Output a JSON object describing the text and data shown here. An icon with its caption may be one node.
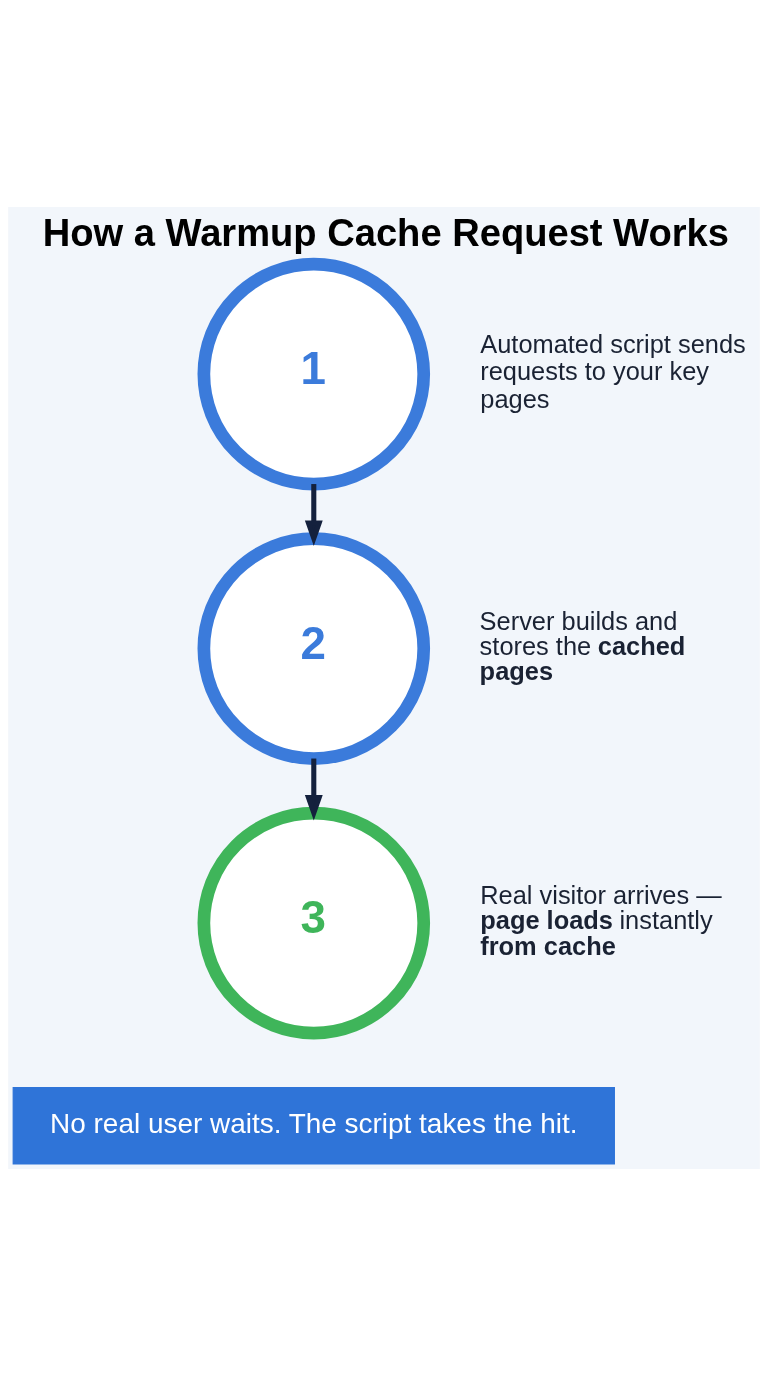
{
  "diagram": {
    "title": "How a Warmup Cache Request Works",
    "nodes": [
      {
        "text": [
          "1"
        ],
        "beside": [
          "Automated script sends requests to your key pages"
        ]
      },
      {
        "text": [
          "2"
        ],
        "beside": [
          "Server builds and stores the **cached pages**"
        ]
      },
      {
        "text": [
          "3"
        ],
        "beside": [
          "Real visitor arrives — **page loads** instantly **from cache**"
        ]
      }
    ],
    "edges": [
      {
        "from": 0,
        "to": 1,
        "arrow": "to"
      },
      {
        "from": 1,
        "to": 2,
        "arrow": "to"
      }
    ],
    "labels": [
      "No real user waits. The script takes the hit."
    ]
  }
}
